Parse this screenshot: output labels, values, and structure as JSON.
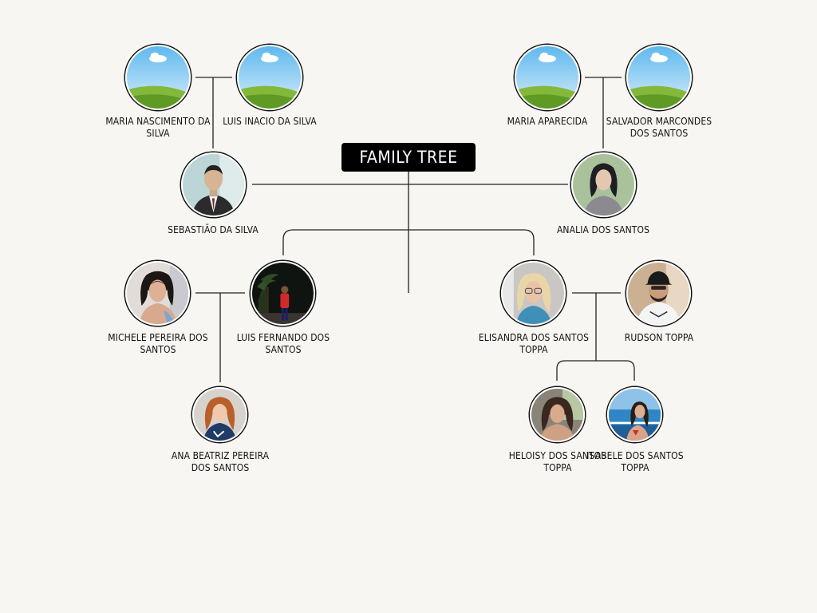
{
  "title": "FAMILY TREE",
  "colors": {
    "background": "#f7f6f3",
    "line": "#222222",
    "title_bg": "#000000",
    "title_text": "#ffffff"
  },
  "people": {
    "maria_nascimento": {
      "name": "MARIA NASCIMENTO DA SILVA",
      "photo": "placeholder-landscape"
    },
    "luis_inacio": {
      "name": "LUIS INACIO DA SILVA",
      "photo": "placeholder-landscape"
    },
    "maria_aparecida": {
      "name": "MARIA APARECIDA",
      "photo": "placeholder-landscape"
    },
    "salvador": {
      "name": "SALVADOR MARCONDES DOS SANTOS",
      "photo": "placeholder-landscape"
    },
    "sebastiao": {
      "name": "SEBASTIÃO DA SILVA",
      "photo": "portrait-man-suit"
    },
    "analia": {
      "name": "ANALIA DOS SANTOS",
      "photo": "portrait-woman-painting"
    },
    "michele": {
      "name": "MICHELE PEREIRA DOS SANTOS",
      "photo": "portrait-woman"
    },
    "luis_fernando": {
      "name": "LUIS FERNANDO DOS SANTOS",
      "photo": "portrait-man-beach-night"
    },
    "elisandra": {
      "name": "ELISANDRA DOS SANTOS TOPPA",
      "photo": "portrait-woman-glasses"
    },
    "rudson": {
      "name": "RUDSON TOPPA",
      "photo": "portrait-man-cap"
    },
    "ana_beatriz": {
      "name": "ANA BEATRIZ PEREIRA DOS SANTOS",
      "photo": "portrait-girl"
    },
    "heloisy": {
      "name": "HELOISY DOS SANTOS TOPPA",
      "photo": "portrait-girl-car"
    },
    "isabele": {
      "name": "ISABELE DOS SANTOS TOPPA",
      "photo": "portrait-girl-beach"
    }
  }
}
